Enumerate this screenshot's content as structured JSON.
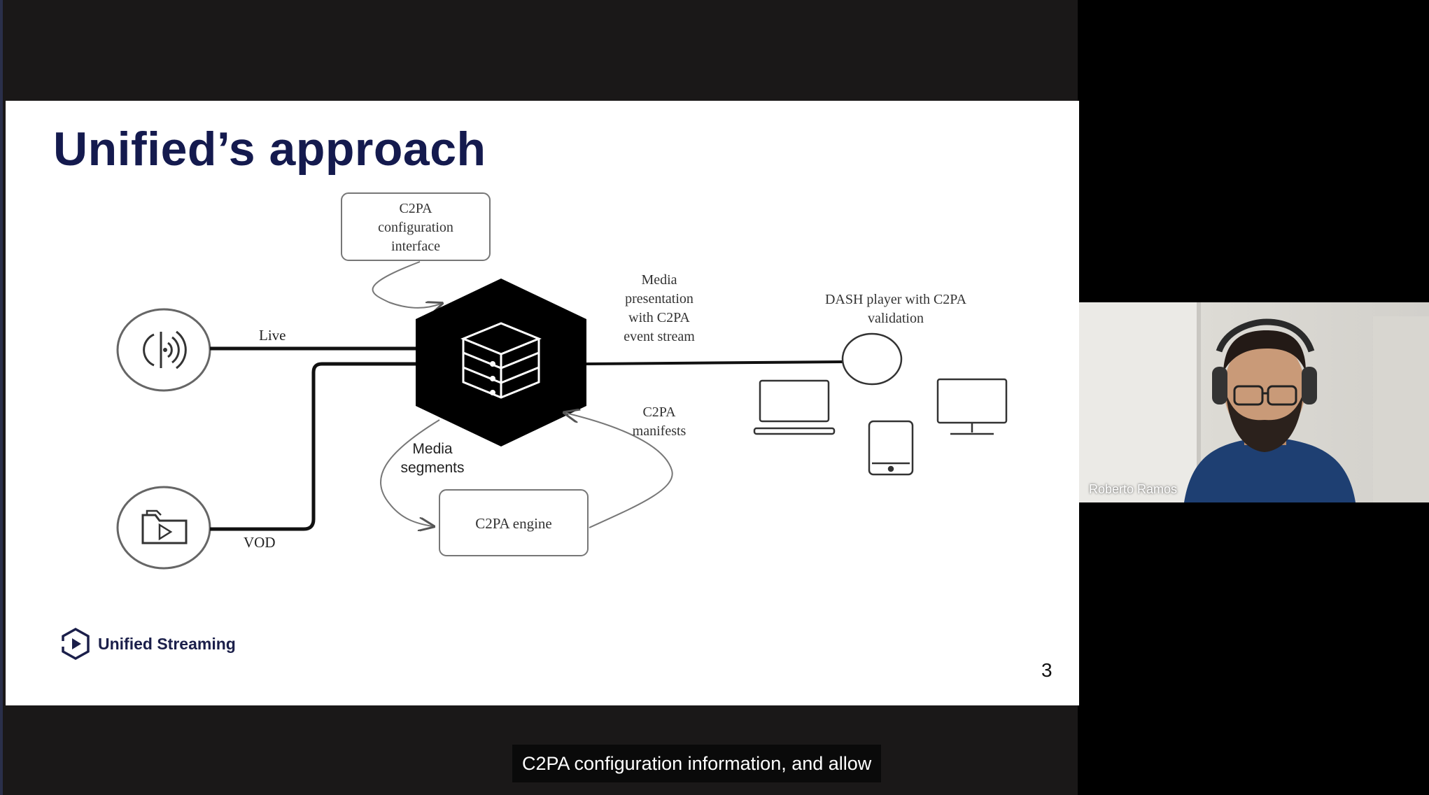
{
  "slide": {
    "title": "Unified’s approach",
    "slide_number": "3",
    "logo_text": "Unified Streaming",
    "diagram": {
      "config_box": [
        "C2PA",
        "configuration",
        "interface"
      ],
      "live_label": "Live",
      "vod_label": "VOD",
      "media_presentation": [
        "Media",
        "presentation",
        "with C2PA",
        "event stream"
      ],
      "dash_player": [
        "DASH player  with C2PA",
        "validation"
      ],
      "c2pa_manifests": [
        "C2PA",
        "manifests"
      ],
      "media_segments": [
        "Media",
        "segments"
      ],
      "engine_box": "C2PA engine"
    }
  },
  "participant": {
    "name": "Roberto Ramos"
  },
  "subtitle": "C2PA configuration information, and allow",
  "colors": {
    "title": "#141a4e",
    "logo": "#1b1f4a",
    "hexagon": "#000000",
    "line": "#111111"
  }
}
